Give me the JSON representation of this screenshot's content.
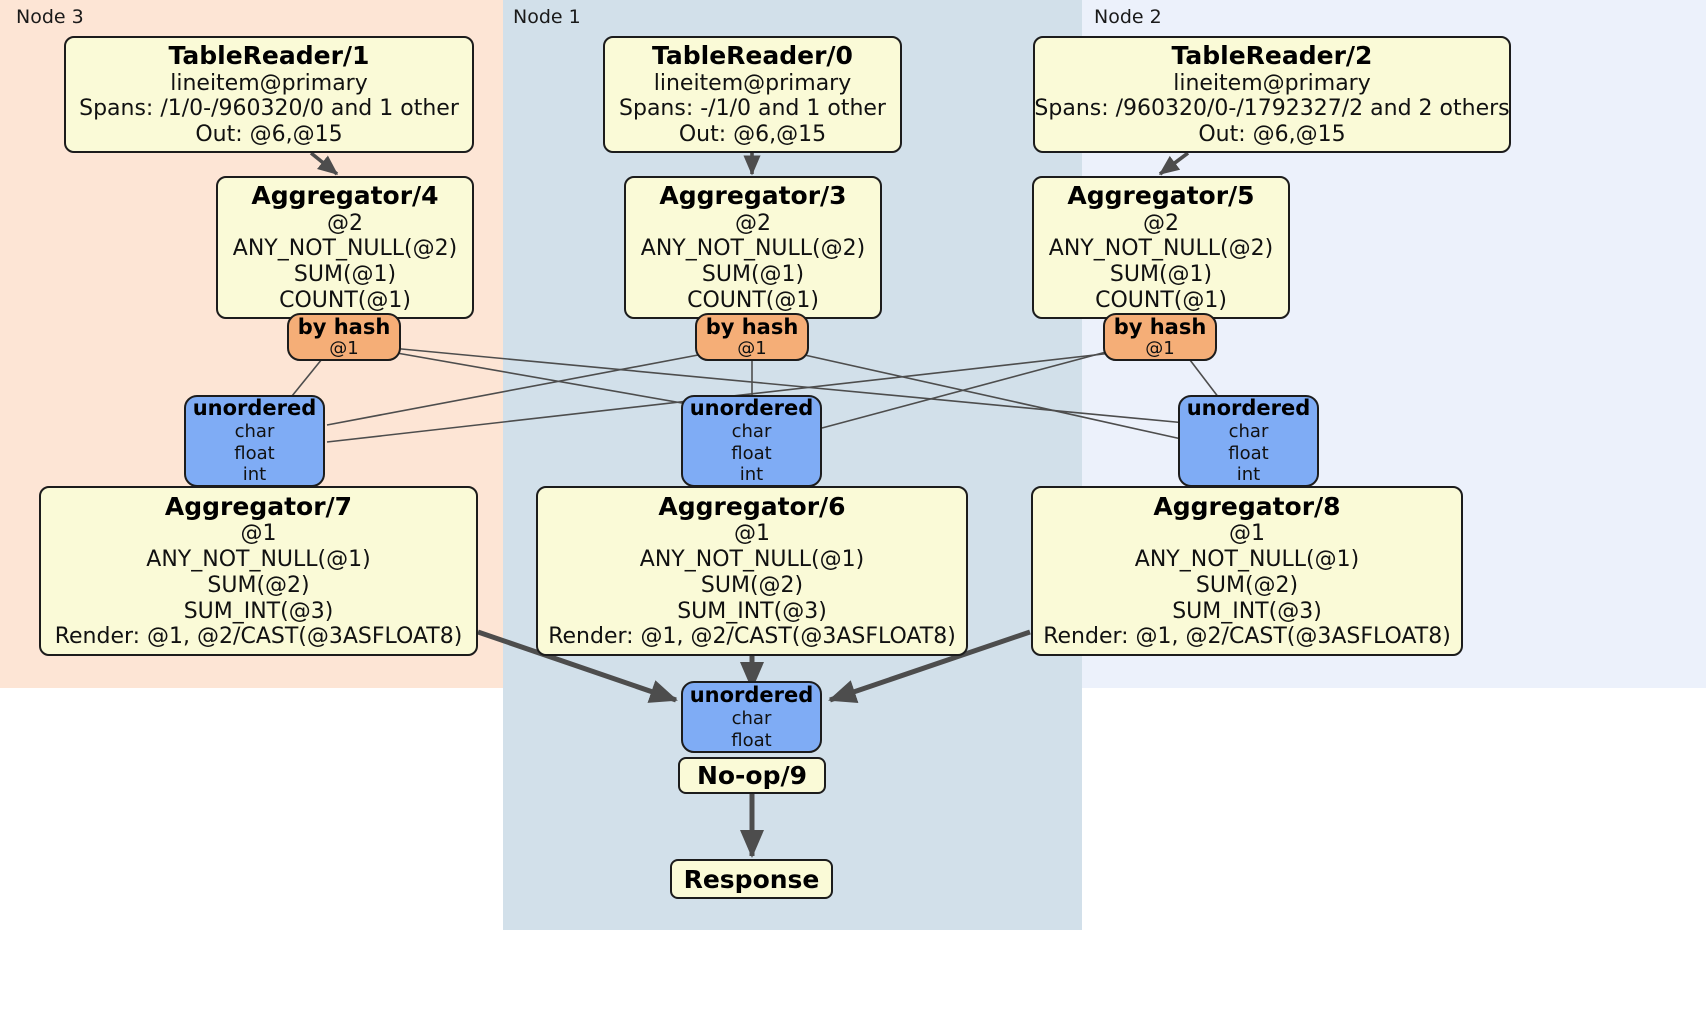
{
  "diagram": {
    "type": "distributed-query-plan",
    "colors": {
      "node3_panel": "#FDE5D5",
      "node1_panel": "#D2E0EA",
      "node2_panel": "#ECF1FB",
      "processor_box": "#FAFAD7",
      "hash_router": "#F5AE77",
      "unordered_receiver": "#7FACF5",
      "edge": "#4d4d4d",
      "border": "#1c1c1c"
    }
  },
  "panels": [
    {
      "id": "node3",
      "label": "Node 3"
    },
    {
      "id": "node1",
      "label": "Node 1"
    },
    {
      "id": "node2",
      "label": "Node 2"
    }
  ],
  "processors": {
    "tablereader1": {
      "title": "TableReader/1",
      "lines": [
        "lineitem@primary",
        "Spans: /1/0-/960320/0 and 1 other",
        "Out: @6,@15"
      ]
    },
    "tablereader0": {
      "title": "TableReader/0",
      "lines": [
        "lineitem@primary",
        "Spans: -/1/0 and 1 other",
        "Out: @6,@15"
      ]
    },
    "tablereader2": {
      "title": "TableReader/2",
      "lines": [
        "lineitem@primary",
        "Spans: /960320/0-/1792327/2 and 2 others",
        "Out: @6,@15"
      ]
    },
    "aggregator4": {
      "title": "Aggregator/4",
      "lines": [
        "@2",
        "ANY_NOT_NULL(@2)",
        "SUM(@1)",
        "COUNT(@1)"
      ]
    },
    "aggregator3": {
      "title": "Aggregator/3",
      "lines": [
        "@2",
        "ANY_NOT_NULL(@2)",
        "SUM(@1)",
        "COUNT(@1)"
      ]
    },
    "aggregator5": {
      "title": "Aggregator/5",
      "lines": [
        "@2",
        "ANY_NOT_NULL(@2)",
        "SUM(@1)",
        "COUNT(@1)"
      ]
    },
    "aggregator7": {
      "title": "Aggregator/7",
      "lines": [
        "@1",
        "ANY_NOT_NULL(@1)",
        "SUM(@2)",
        "SUM_INT(@3)",
        "Render: @1, @2/CAST(@3ASFLOAT8)"
      ]
    },
    "aggregator6": {
      "title": "Aggregator/6",
      "lines": [
        "@1",
        "ANY_NOT_NULL(@1)",
        "SUM(@2)",
        "SUM_INT(@3)",
        "Render: @1, @2/CAST(@3ASFLOAT8)"
      ]
    },
    "aggregator8": {
      "title": "Aggregator/8",
      "lines": [
        "@1",
        "ANY_NOT_NULL(@1)",
        "SUM(@2)",
        "SUM_INT(@3)",
        "Render: @1, @2/CAST(@3ASFLOAT8)"
      ]
    },
    "noop9": {
      "title": "No-op/9"
    },
    "response": {
      "title": "Response"
    }
  },
  "routers": {
    "byhash_node3": {
      "title": "by hash",
      "lines": [
        "@1"
      ]
    },
    "byhash_node1": {
      "title": "by hash",
      "lines": [
        "@1"
      ]
    },
    "byhash_node2": {
      "title": "by hash",
      "lines": [
        "@1"
      ]
    }
  },
  "receivers": {
    "unordered_node3": {
      "title": "unordered",
      "lines": [
        "char",
        "float",
        "int"
      ]
    },
    "unordered_node1": {
      "title": "unordered",
      "lines": [
        "char",
        "float",
        "int"
      ]
    },
    "unordered_node2": {
      "title": "unordered",
      "lines": [
        "char",
        "float",
        "int"
      ]
    },
    "unordered_final": {
      "title": "unordered",
      "lines": [
        "char",
        "float"
      ]
    }
  }
}
